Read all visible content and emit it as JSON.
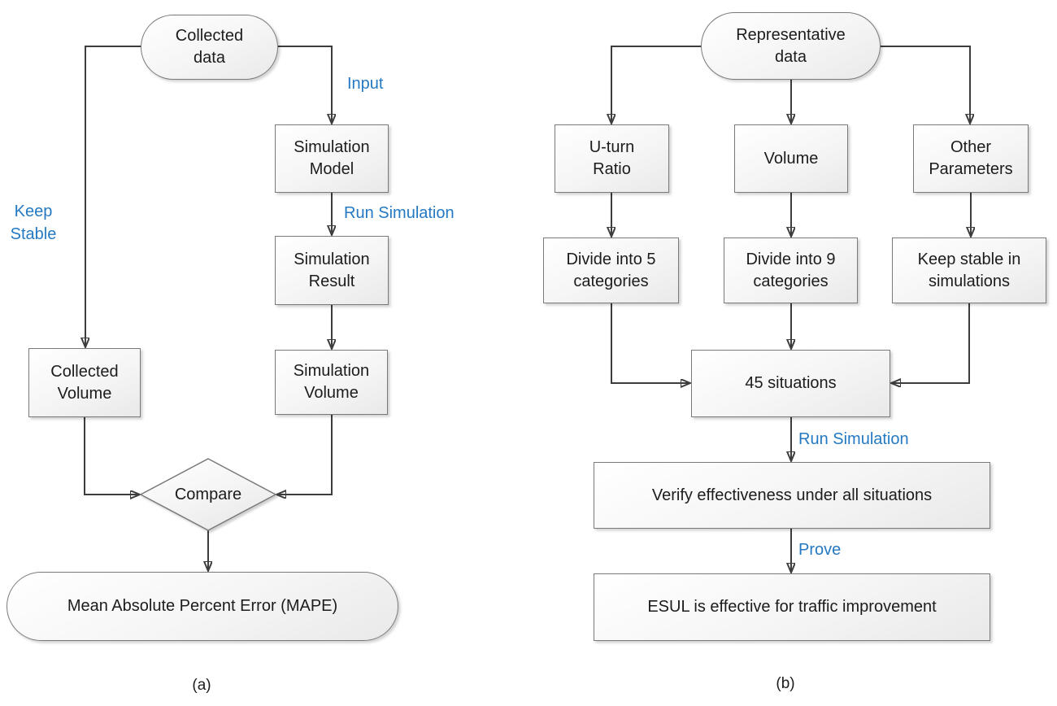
{
  "colors": {
    "accent_blue": "#2479c2",
    "line": "#3d3d3d",
    "shape_border": "#7a7a7a",
    "shape_fill_top": "#ffffff",
    "shape_fill_bottom": "#e9e9e9",
    "text": "#1c1c1c"
  },
  "diagram_a": {
    "caption": "(a)",
    "nodes": {
      "start": "Collected\ndata",
      "sim_model": "Simulation\nModel",
      "sim_result": "Simulation\nResult",
      "sim_volume": "Simulation\nVolume",
      "collected_volume": "Collected\nVolume",
      "compare": "Compare",
      "mape": "Mean Absolute Percent Error (MAPE)"
    },
    "edge_labels": {
      "input": "Input",
      "keep_stable": "Keep\nStable",
      "run_simulation": "Run Simulation"
    }
  },
  "diagram_b": {
    "caption": "(b)",
    "nodes": {
      "start": "Representative\ndata",
      "uturn_ratio": "U-turn\nRatio",
      "volume": "Volume",
      "other_parameters": "Other\nParameters",
      "divide_5": "Divide into 5\ncategories",
      "divide_9": "Divide into 9\ncategories",
      "keep_stable_sim": "Keep stable in\nsimulations",
      "situations_45": "45 situations",
      "verify": "Verify effectiveness under all situations",
      "esul": "ESUL is effective for traffic improvement"
    },
    "edge_labels": {
      "run_simulation": "Run Simulation",
      "prove": "Prove"
    }
  }
}
